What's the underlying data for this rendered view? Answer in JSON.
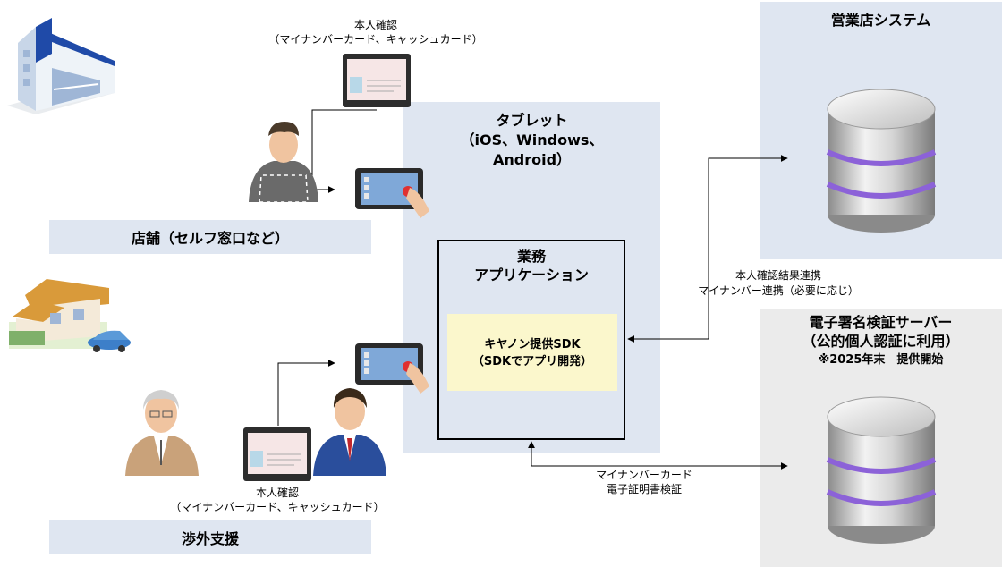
{
  "tablet_panel": {
    "title_lines": [
      "タブレット",
      "（iOS、Windows、",
      "Android）"
    ]
  },
  "business_app": {
    "title_lines": [
      "業務",
      "アプリケーション"
    ]
  },
  "sdk_box": {
    "lines": [
      "キヤノン提供SDK",
      "（SDKでアプリ開発）"
    ]
  },
  "store": {
    "label": "店舗（セルフ窓口など）"
  },
  "outreach": {
    "label": "渉外支援"
  },
  "id_check_top": {
    "lines": [
      "本人確認",
      "（マイナンバーカード、キャッシュカード）"
    ]
  },
  "id_check_bottom": {
    "lines": [
      "本人確認",
      "（マイナンバーカード、キャッシュカード）"
    ]
  },
  "sales_system": {
    "title": "営業店システム"
  },
  "link_label": {
    "lines": [
      "本人確認結果連携",
      "マイナンバー連携（必要に応じ）"
    ]
  },
  "signature_server": {
    "lines": [
      "電子署名検証サーバー",
      "（公的個人認証に利用）",
      "※2025年末　提供開始"
    ]
  },
  "cert_label": {
    "lines": [
      "マイナンバーカード",
      "電子証明書検証"
    ]
  },
  "colors": {
    "panel_blue": "#dfe6f1",
    "panel_gray": "#ebebeb",
    "sdk_yellow": "#fbf7cc",
    "db_purple": "#8c62d8"
  }
}
